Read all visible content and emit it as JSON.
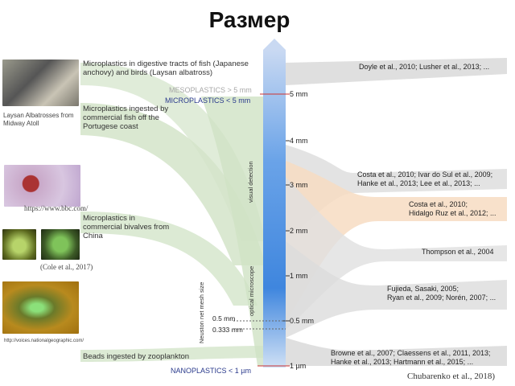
{
  "title": "Размер",
  "left_items": [
    {
      "text": "Microplastics in digestive tracts of fish (Japanese anchovy) and birds (Laysan albatross)"
    },
    {
      "text": "Microplastics ingested by commercial fish off the Portugese coast"
    },
    {
      "text": "Microplastics in commercial bivalves from China"
    },
    {
      "text": "Beads ingested by zooplankton"
    }
  ],
  "captions": {
    "albatross": "Laysan Albatrosses from Midway Atoll",
    "bbc": "https://www.bbc.com/",
    "cole": "(Cole et al., 2017)",
    "natgeo": "http://voices.nationalgeographic.com/"
  },
  "class_labels": {
    "mesoplastics": "MESOPLASTICS > 5 mm",
    "microplastics": "MICROPLASTICS < 5 mm",
    "nanoplastics": "NANOPLASTICS < 1 µm"
  },
  "scale_ticks": [
    "5 mm",
    "4 mm",
    "3 mm",
    "2 mm",
    "1 mm",
    "0.5 mm",
    "1 µm"
  ],
  "left_ticks": [
    "0.5 mm",
    "0.333 mm"
  ],
  "vertical_labels": {
    "visual": "visual detection",
    "optical": "optical microscope",
    "neuston": "Neuston net mesh size"
  },
  "right_refs": [
    {
      "text": "Doyle et al., 2010; Lusher et al., 2013; ..."
    },
    {
      "text": "Costa et al., 2010; Ivar do Sul et al., 2009;"
    },
    {
      "text": "Hanke et al., 2013; Lee et al., 2013; ..."
    },
    {
      "text": "Costa et al., 2010;"
    },
    {
      "text": "Hidalgo Ruz et al., 2012; ..."
    },
    {
      "text": "Thompson et al., 2004"
    },
    {
      "text": "Fujieda, Sasaki, 2005;"
    },
    {
      "text": "Ryan et al., 2009; Norén, 2007; ..."
    },
    {
      "text": "Browne et al., 2007; Claessens et al., 2011, 2013;"
    },
    {
      "text": "Hanke et al., 2013; Hartmann et al., 2015; ..."
    }
  ],
  "source": "Chubarenko et al., 2018)",
  "colors": {
    "green_band": "#cfe2c4",
    "grey_band": "#d9d9d9",
    "peach_band": "#f7dcc2",
    "scale_blue": "#3b7fd6",
    "mesoplastic_label": "#a8a8a8",
    "class_label": "#2a3a8c"
  }
}
